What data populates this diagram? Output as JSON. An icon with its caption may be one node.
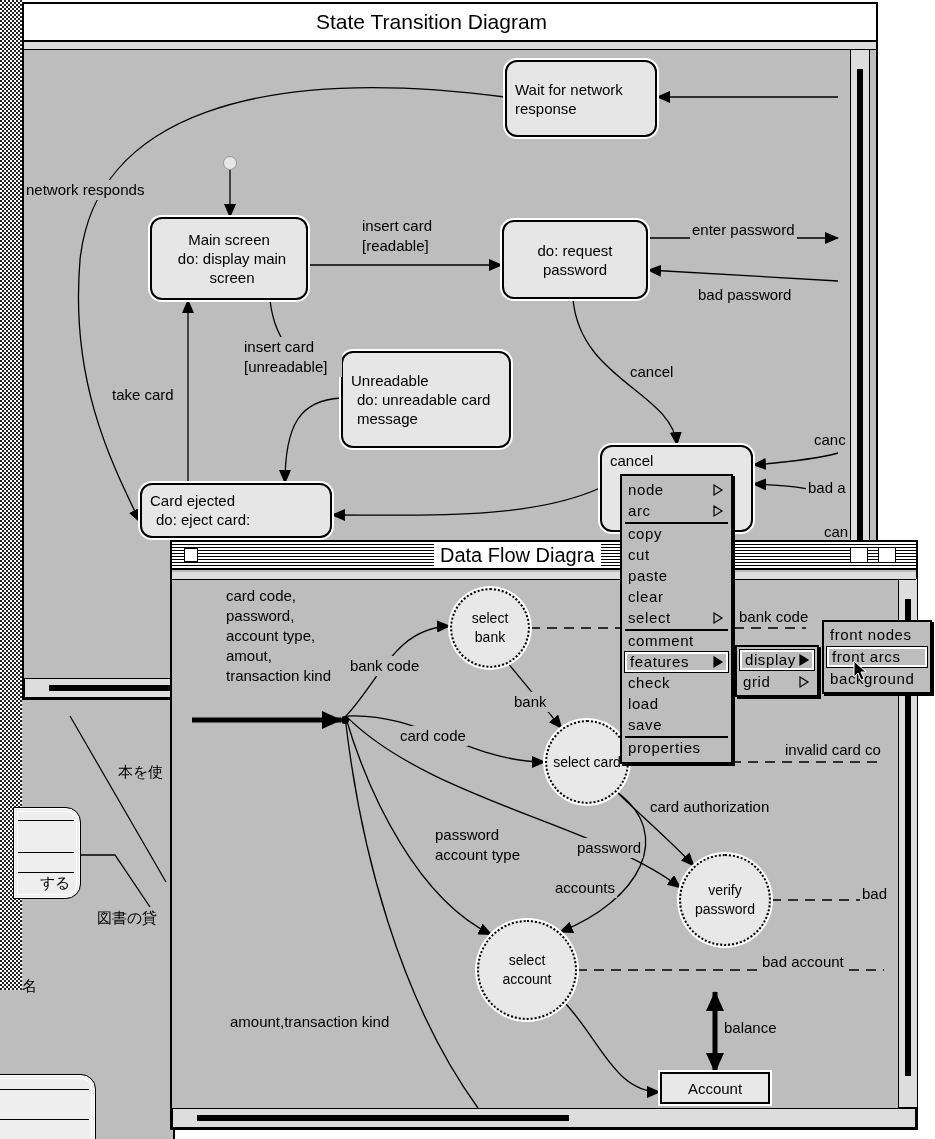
{
  "diagram": {
    "nodes": [
      {
        "text": [
          "State Transition Diagram"
        ]
      },
      {
        "text": [],
        "shape": "circle",
        "in": 0
      },
      {
        "text": [
          "Wait for network response"
        ],
        "in": 0
      },
      {
        "text": [
          "Main screen",
          "do: display main screen"
        ],
        "in": 0
      },
      {
        "text": [
          "do: request password"
        ],
        "in": 0
      },
      {
        "text": [
          "Unreadable",
          "do: unreadable card message"
        ],
        "in": 0
      },
      {
        "text": [
          "cancel"
        ],
        "in": 0
      },
      {
        "text": [
          "Card ejected",
          "do: eject card:"
        ],
        "in": 0
      },
      {
        "text": [
          "する"
        ]
      },
      {
        "text": [],
        "shape": "box"
      },
      {
        "text": [
          "Data Flow Diagra"
        ]
      },
      {
        "text": [],
        "shape": "circle",
        "in": 10
      },
      {
        "text": [
          "select bank"
        ]
      },
      {
        "text": [
          "select card"
        ],
        "in": 10
      },
      {
        "text": [
          "verify password"
        ],
        "in": 10
      },
      {
        "text": [
          "select account"
        ],
        "in": 10
      },
      {
        "text": [
          "Account"
        ],
        "in": 10
      }
    ],
    "edges": [
      {
        "from": 1,
        "to": 3,
        "arrow": "to"
      },
      {
        "from": 3,
        "to": 4,
        "arrow": "to",
        "label": "insert card [readable]"
      },
      {
        "from": 4,
        "to": null,
        "arrow": "to",
        "label": "enter password"
      },
      {
        "from": null,
        "to": 4,
        "arrow": "to",
        "label": "bad password"
      },
      {
        "from": null,
        "to": 2,
        "arrow": "to"
      },
      {
        "from": 2,
        "to": 7,
        "arrow": "to",
        "label": "network responds"
      },
      {
        "from": 3,
        "to": 5,
        "arrow": "to",
        "label": "insert card [unreadable]"
      },
      {
        "from": 5,
        "to": 7,
        "arrow": "to"
      },
      {
        "from": 7,
        "to": 3,
        "arrow": "to",
        "label": "take card"
      },
      {
        "from": 4,
        "to": 6,
        "arrow": "to",
        "label": "cancel"
      },
      {
        "from": null,
        "to": 6,
        "arrow": "to",
        "label": "canc"
      },
      {
        "from": null,
        "to": 6,
        "arrow": "to",
        "label": "bad a"
      },
      {
        "from": 6,
        "to": 7,
        "arrow": "to"
      },
      {
        "from": 8,
        "to": null,
        "arrow": "none",
        "label": "図書の貸"
      },
      {
        "from": null,
        "to": 11,
        "arrow": "to",
        "style": "thick",
        "label": "card code, password, account type, amout, transaction kind"
      },
      {
        "from": 11,
        "to": 12,
        "arrow": "to",
        "label": "bank code"
      },
      {
        "from": 11,
        "to": 13,
        "arrow": "to",
        "label": "card code"
      },
      {
        "from": 12,
        "to": 13,
        "arrow": "to",
        "label": "bank"
      },
      {
        "from": 13,
        "to": 14,
        "arrow": "to",
        "label": "card authorization"
      },
      {
        "from": 11,
        "to": 14,
        "arrow": "to",
        "label": "password"
      },
      {
        "from": 11,
        "to": 15,
        "arrow": "to",
        "label": "password account type"
      },
      {
        "from": 13,
        "to": 15,
        "arrow": "to",
        "label": "accounts"
      },
      {
        "from": 11,
        "to": null,
        "arrow": "none",
        "label": "amount,transaction kind"
      },
      {
        "from": 15,
        "to": 16,
        "arrow": "to"
      },
      {
        "from": 16,
        "to": null,
        "arrow": "both",
        "style": "thick",
        "label": "balance"
      },
      {
        "from": 12,
        "to": null,
        "arrow": "none",
        "style": "dashed",
        "label": "bank code"
      },
      {
        "from": 13,
        "to": null,
        "arrow": "none",
        "style": "dashed",
        "label": "invalid card co"
      },
      {
        "from": 14,
        "to": null,
        "arrow": "none",
        "style": "dashed",
        "label": "bad"
      },
      {
        "from": 15,
        "to": null,
        "arrow": "none",
        "style": "dashed",
        "label": "bad account"
      }
    ],
    "labels": [
      "can",
      "node",
      "arc",
      "copy",
      "cut",
      "paste",
      "clear",
      "select",
      "comment",
      "features",
      "check",
      "load",
      "save",
      "properties",
      "display",
      "grid",
      "front nodes",
      "front arcs",
      "background",
      "本を使",
      "名"
    ]
  }
}
